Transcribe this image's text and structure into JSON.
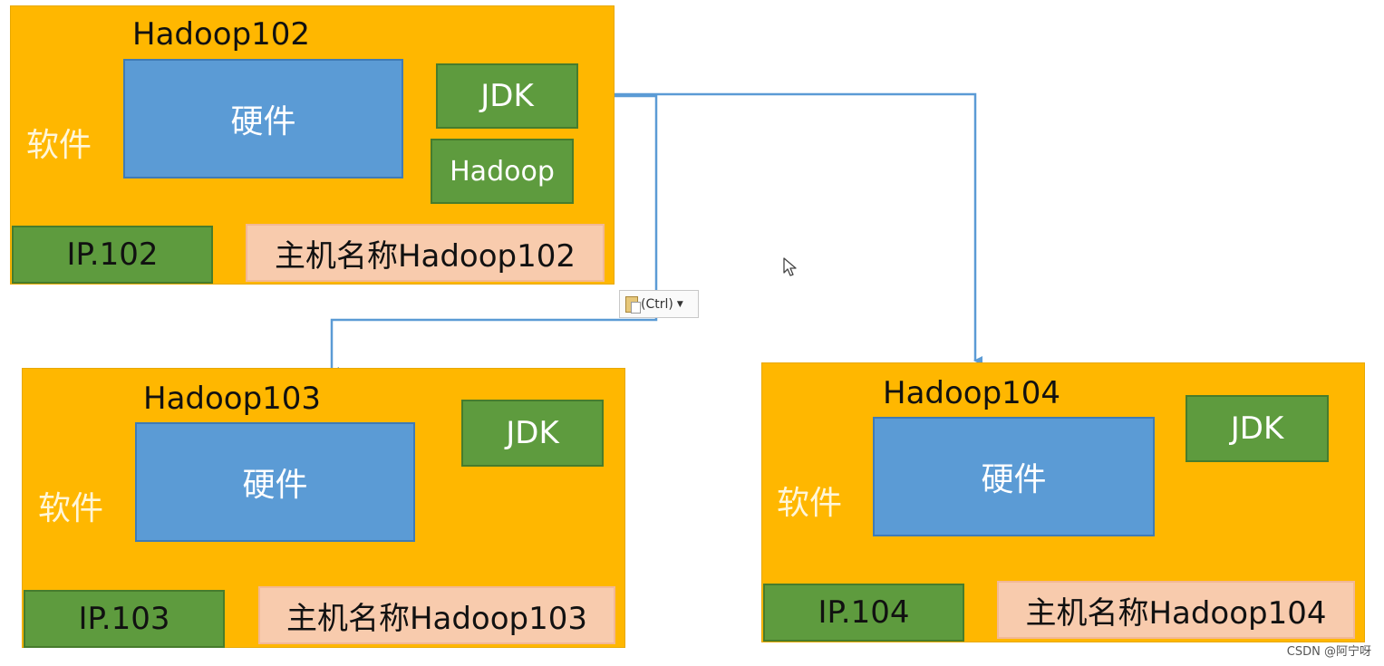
{
  "nodes": {
    "n102": {
      "title": "Hadoop102",
      "software": "软件",
      "hardware": "硬件",
      "jdk": "JDK",
      "hadoop": "Hadoop",
      "ip": "IP.102",
      "hostname": "主机名称Hadoop102"
    },
    "n103": {
      "title": "Hadoop103",
      "software": "软件",
      "hardware": "硬件",
      "jdk": "JDK",
      "ip": "IP.103",
      "hostname": "主机名称Hadoop103"
    },
    "n104": {
      "title": "Hadoop104",
      "software": "软件",
      "hardware": "硬件",
      "jdk": "JDK",
      "ip": "IP.104",
      "hostname": "主机名称Hadoop104"
    }
  },
  "paste_options": {
    "label": "(Ctrl)"
  },
  "watermark": "CSDN @阿宁呀",
  "colors": {
    "node_bg": "#FFB700",
    "hardware": "#5B9BD5",
    "green": "#5E9B3E",
    "hostname_bg": "#F8CBAD",
    "connector": "#5B9BD5"
  }
}
